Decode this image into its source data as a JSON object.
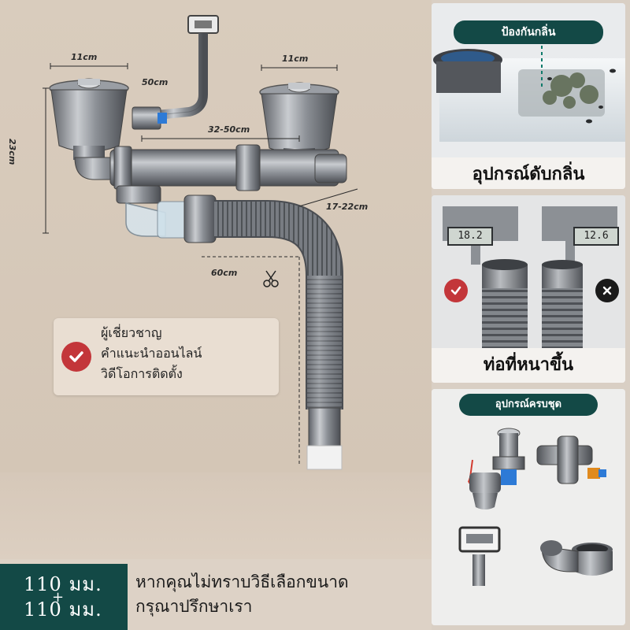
{
  "diagram": {
    "labels": {
      "width_left": "11cm",
      "width_right": "11cm",
      "overflow_len": "50cm",
      "height": "23cm",
      "span": "32-50cm",
      "depth": "17-22cm",
      "hose": "60cm"
    }
  },
  "tip": {
    "line1": "ผู้เชี่ยวชาญ",
    "line2": "คำแนะนำออนไลน์",
    "line3": "วิดีโอการติดตั้ง"
  },
  "size": {
    "line1": "110 มม.",
    "plus": "+",
    "line2": "110 มม."
  },
  "advice": {
    "line1": "หากคุณไม่ทราบวิธีเลือกขนาด",
    "line2": "กรุณาปรึกษาเรา"
  },
  "panels": {
    "odor": {
      "tag": "ป้องกันกลิ่น",
      "caption": "อุปกรณ์ดับกลิ่น"
    },
    "pipe": {
      "reading_good": "18.2",
      "reading_bad": "12.6",
      "caption": "ท่อที่หนาขึ้น"
    },
    "kit": {
      "tag": "อุปกรณ์ครบชุด"
    }
  },
  "colors": {
    "accent": "#134946",
    "good": "#c3363a",
    "bad": "#1a1a1a"
  },
  "icons": [
    "check-icon",
    "cross-icon",
    "scissors-icon"
  ]
}
